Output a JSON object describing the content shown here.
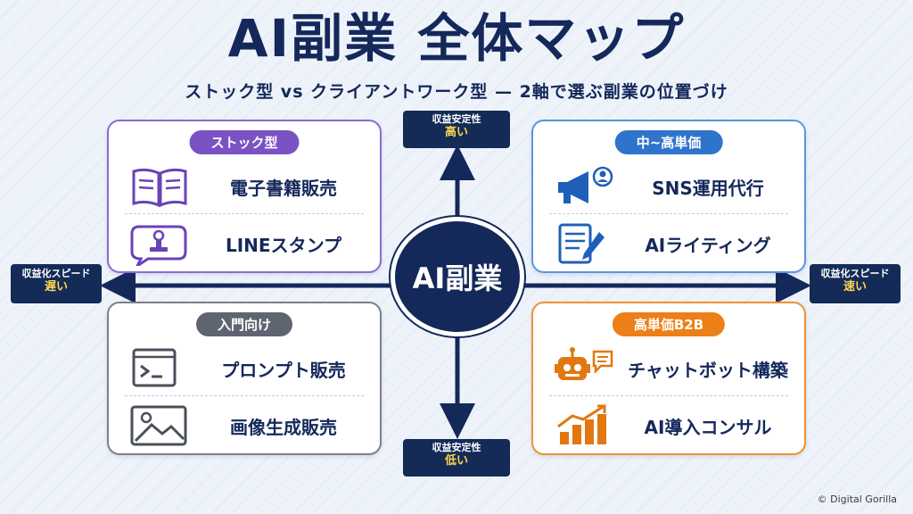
{
  "header": {
    "title": "AI副業 全体マップ",
    "subtitle": "ストック型 vs クライアントワーク型 — 2軸で選ぶ副業の位置づけ"
  },
  "axis": {
    "top": {
      "small": "収益安定性",
      "big": "高い"
    },
    "bottom": {
      "small": "収益安定性",
      "big": "低い"
    },
    "left": {
      "small": "収益化スピード",
      "big": "遅い"
    },
    "right": {
      "small": "収益化スピード",
      "big": "速い"
    }
  },
  "center": {
    "label": "AI副業"
  },
  "quadrants": {
    "top_left": {
      "tag": "ストック型",
      "color": "#7b52c4",
      "items": [
        {
          "label": "電子書籍販売",
          "icon": "book-icon"
        },
        {
          "label": "LINEスタンプ",
          "icon": "stamp-chat-icon"
        }
      ]
    },
    "top_right": {
      "tag": "中~高単価",
      "color": "#3d7fd1",
      "items": [
        {
          "label": "SNS運用代行",
          "icon": "megaphone-icon"
        },
        {
          "label": "AIライティング",
          "icon": "document-pen-icon"
        }
      ]
    },
    "bottom_left": {
      "tag": "入門向け",
      "color": "#5f6570",
      "items": [
        {
          "label": "プロンプト販売",
          "icon": "terminal-icon"
        },
        {
          "label": "画像生成販売",
          "icon": "image-icon"
        }
      ]
    },
    "bottom_right": {
      "tag": "高単価B2B",
      "color": "#ec7f17",
      "items": [
        {
          "label": "チャットボット構築",
          "icon": "robot-icon"
        },
        {
          "label": "AI導入コンサル",
          "icon": "growth-chart-icon"
        }
      ]
    }
  },
  "footer": {
    "copyright": "© Digital Gorilla"
  }
}
